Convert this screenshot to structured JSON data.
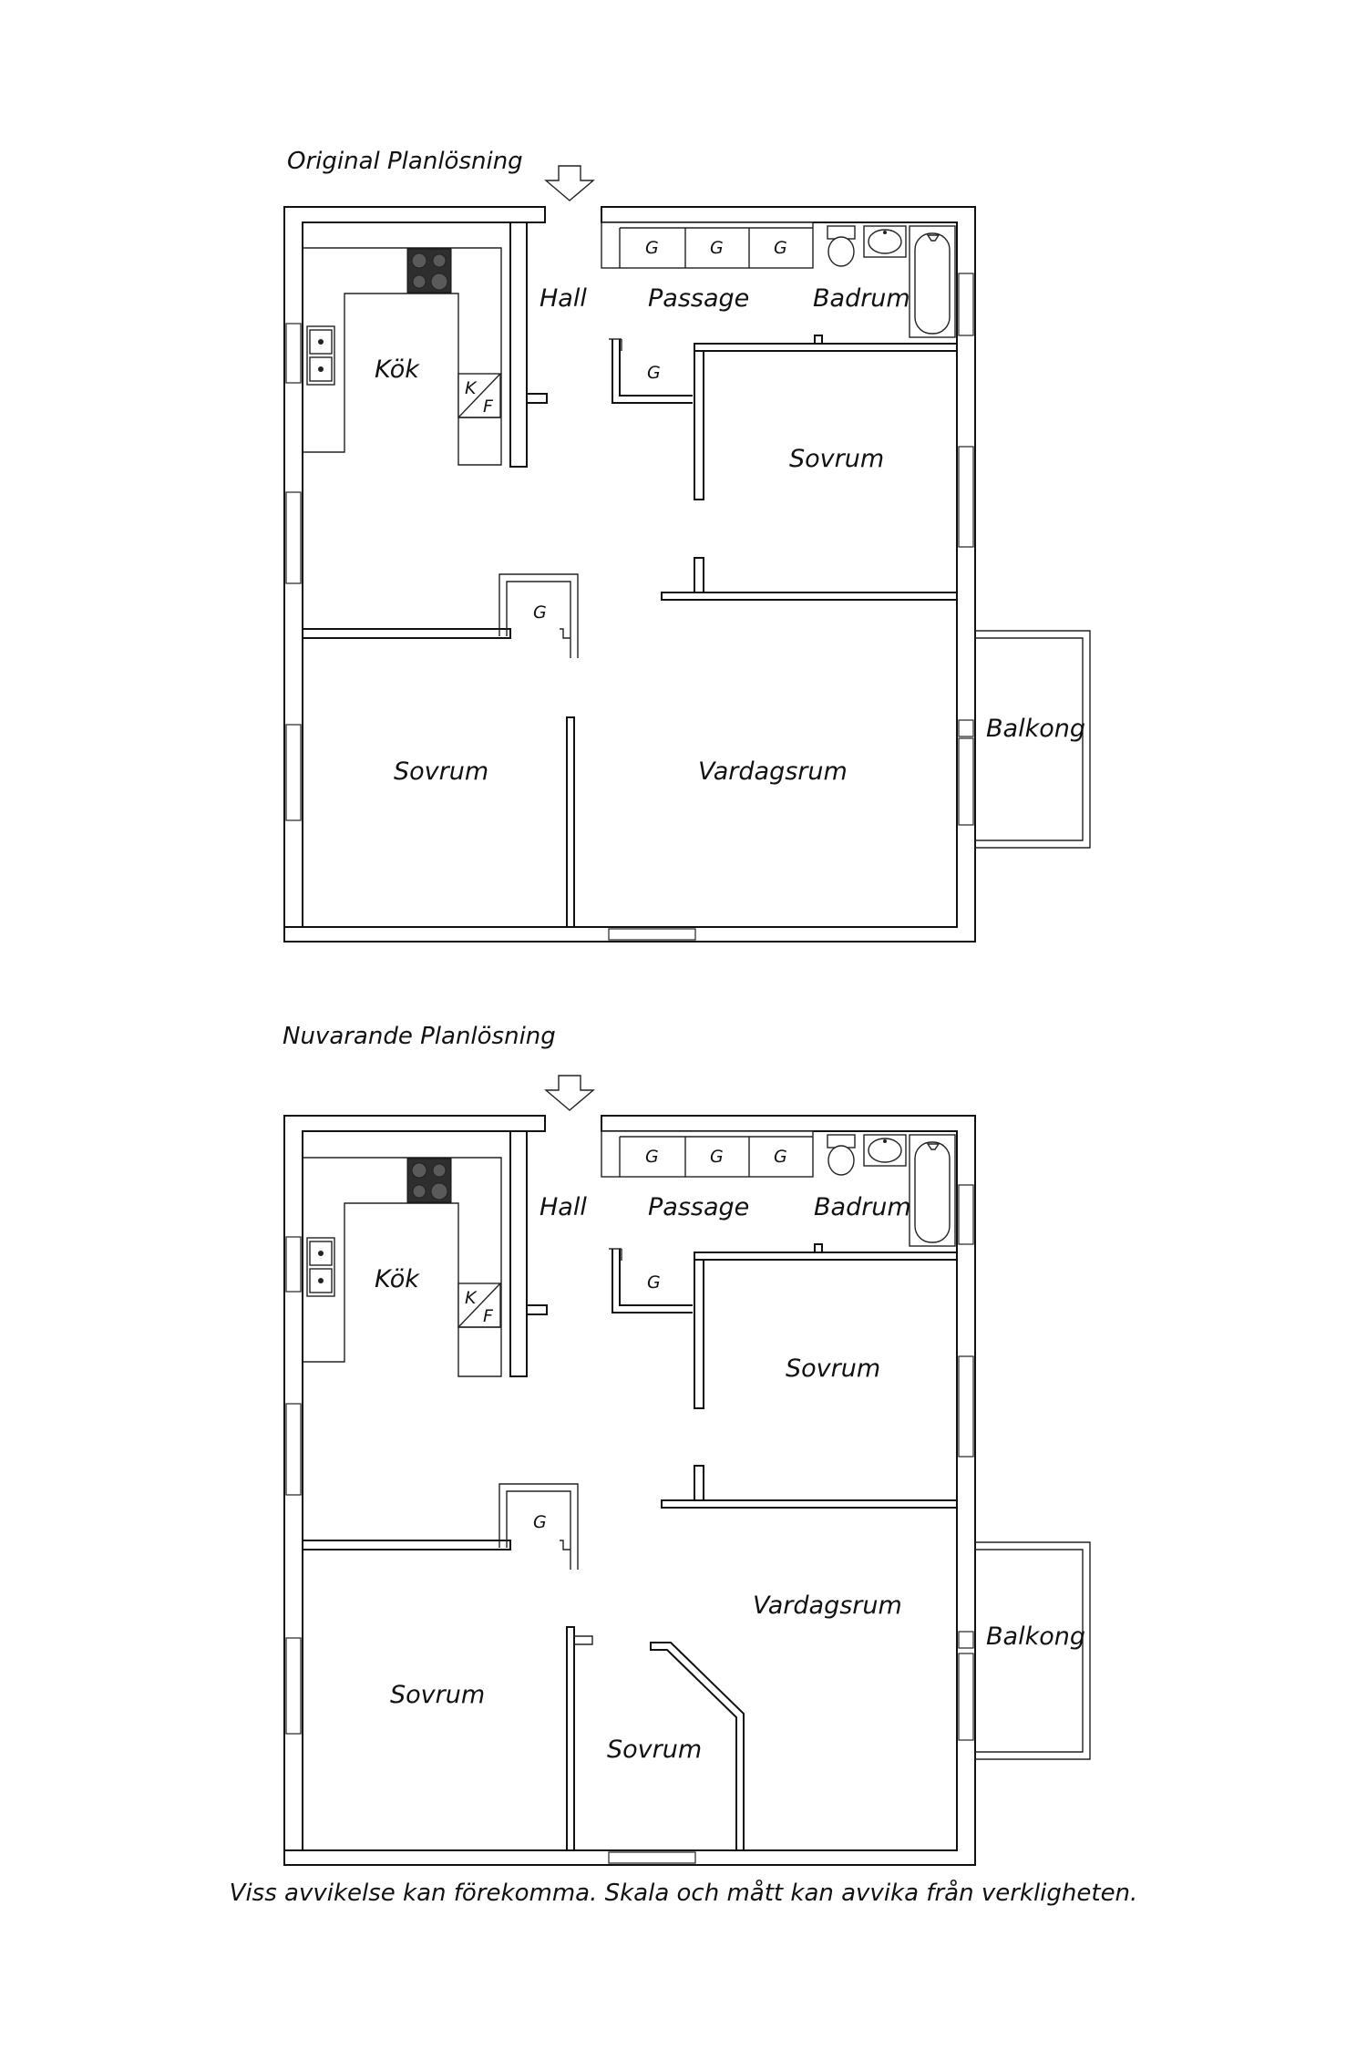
{
  "plans": [
    {
      "title": "Original Planlösning",
      "labels": {
        "hall": "Hall",
        "passage": "Passage",
        "badrum": "Badrum",
        "kok": "Kök",
        "sovrum_upper": "Sovrum",
        "sovrum_lower_left": "Sovrum",
        "vardagsrum": "Vardagsrum",
        "balkong": "Balkong",
        "garderob": "G",
        "fridge_k": "K",
        "fridge_f": "F"
      }
    },
    {
      "title": "Nuvarande Planlösning",
      "labels": {
        "hall": "Hall",
        "passage": "Passage",
        "badrum": "Badrum",
        "kok": "Kök",
        "sovrum_upper": "Sovrum",
        "sovrum_lower_left": "Sovrum",
        "sovrum_new": "Sovrum",
        "vardagsrum": "Vardagsrum",
        "balkong": "Balkong",
        "garderob": "G",
        "fridge_k": "K",
        "fridge_f": "F"
      }
    }
  ],
  "disclaimer": "Viss avvikelse kan förekomma. Skala och mått kan avvika från verkligheten."
}
